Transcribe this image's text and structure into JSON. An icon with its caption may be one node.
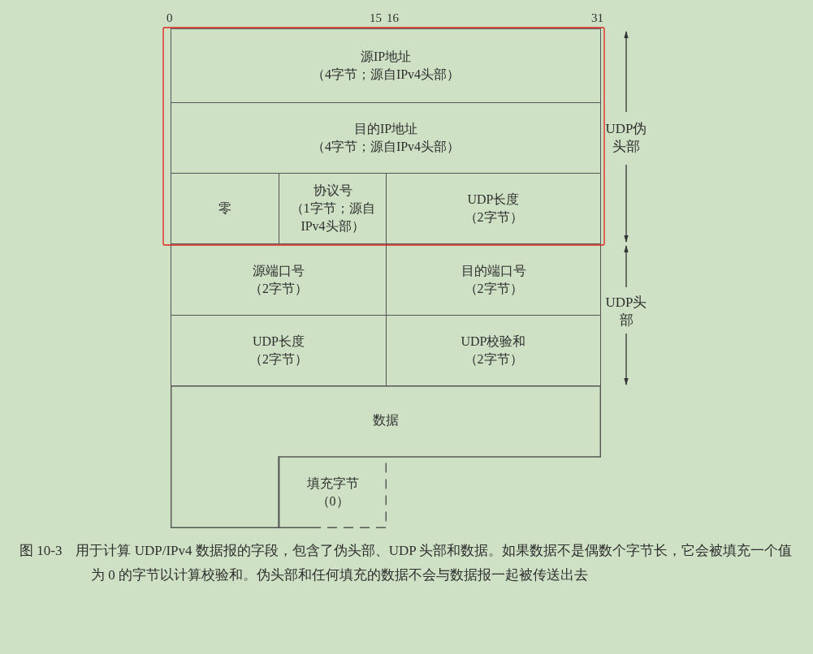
{
  "diagram": {
    "caption": "图 10-3　用于计算 UDP/IPv4 数据报的字段，包含了伪头部、UDP 头部和数据。如果数据不是偶数个字节长，它会被填充一个值为 0 的字节以计算校验和。伪头部和任何填充的数据不会与数据报一起被传送出去",
    "nodes": [
      {
        "text": [
          "源IP地址",
          "（4字节；源自IPv4头部）"
        ]
      },
      {
        "text": [
          "目的IP地址",
          "（4字节；源自IPv4头部）"
        ]
      },
      {
        "text": [
          "零"
        ]
      },
      {
        "text": [
          "协议号",
          "（1字节；源自IPv4头部）"
        ]
      },
      {
        "text": [
          "UDP长度",
          "（2字节）"
        ]
      },
      {
        "text": [
          "源端口号",
          "（2字节）"
        ]
      },
      {
        "text": [
          "目的端口号",
          "（2字节）"
        ]
      },
      {
        "text": [
          "UDP长度",
          "（2字节）"
        ]
      },
      {
        "text": [
          "UDP校验和",
          "（2字节）"
        ]
      },
      {
        "text": [
          "数据"
        ]
      },
      {
        "text": [
          "填充字节",
          "（0）"
        ]
      }
    ],
    "labels": [
      "0",
      "15",
      "16",
      "31",
      "UDP伪头部",
      "UDP头部"
    ]
  }
}
